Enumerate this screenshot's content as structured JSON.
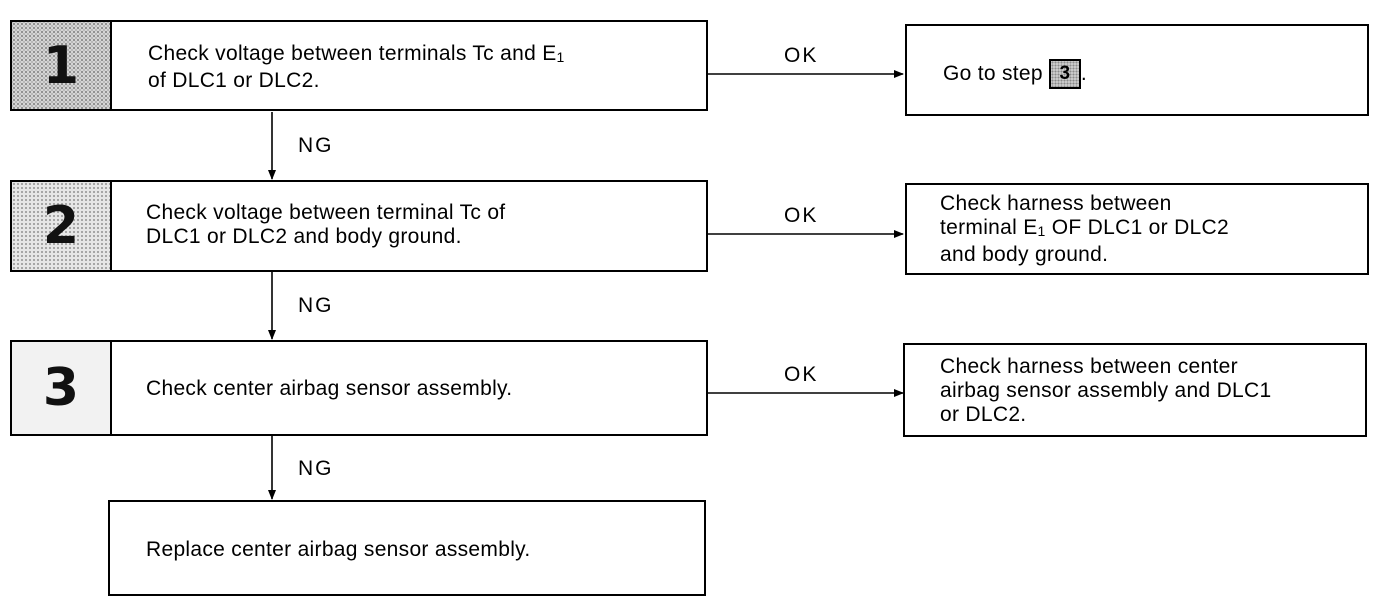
{
  "steps": [
    {
      "number": "1",
      "line1_pre": "Check voltage between terminals Tc and E",
      "line1_sub": "1",
      "line2": "of DLC1 or DLC2.",
      "branch_label": "OK",
      "result_text_pre": "Go to step",
      "result_step_ref": "3",
      "result_text_post": ".",
      "down_label": "NG"
    },
    {
      "number": "2",
      "line1": "Check voltage between terminal Tc of",
      "line2": "DLC1 or DLC2 and body ground.",
      "branch_label": "OK",
      "result_line1": "Check harness between",
      "result_line2_pre": "terminal E",
      "result_line2_sub": "1",
      "result_line2_post": " OF DLC1 or DLC2",
      "result_line3": "and body ground.",
      "down_label": "NG"
    },
    {
      "number": "3",
      "line1": "Check center airbag sensor assembly.",
      "branch_label": "OK",
      "result_line1": "Check harness between center",
      "result_line2": "airbag sensor assembly and DLC1",
      "result_line3": "or DLC2.",
      "down_label": "NG"
    }
  ],
  "final_action": "Replace center airbag sensor assembly."
}
